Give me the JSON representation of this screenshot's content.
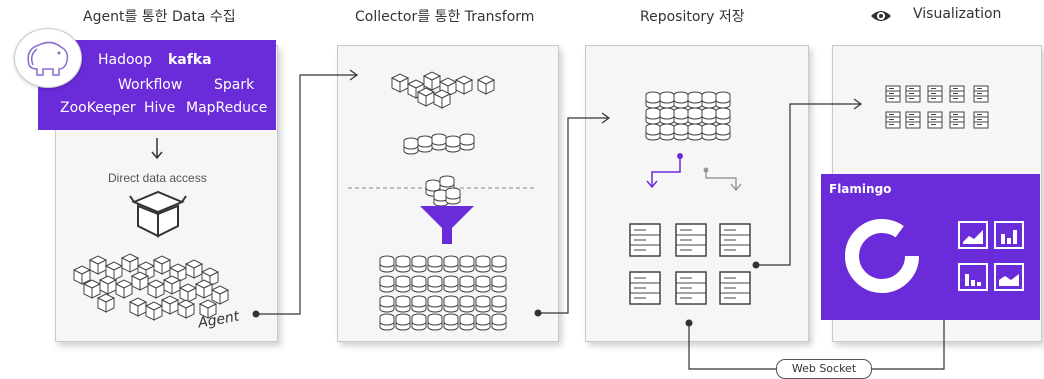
{
  "titles": {
    "agent": "Agent를 통한 Data 수집",
    "collector": "Collector를 통한 Transform",
    "repository": "Repository 저장",
    "visualization": "Visualization"
  },
  "bigdata_tools": {
    "hadoop": "Hadoop",
    "kafka": "kafka",
    "workflow": "Workflow",
    "spark": "Spark",
    "zookeeper": "ZooKeeper",
    "hive": "Hive",
    "mapreduce": "MapReduce"
  },
  "labels": {
    "direct_access": "Direct data access",
    "agent": "Agent",
    "flamingo": "Flamingo",
    "web_socket": "Web Socket"
  },
  "icons": {
    "elephant": "hadoop-elephant-icon",
    "box": "open-box-icon",
    "eye": "eye-icon",
    "funnel": "funnel-icon",
    "server": "server-icon",
    "database": "database-icon",
    "donut": "donut-chart-icon"
  },
  "colors": {
    "accent": "#6a2bd9",
    "panel_bg": "#f6f6f6",
    "line": "#333333"
  }
}
